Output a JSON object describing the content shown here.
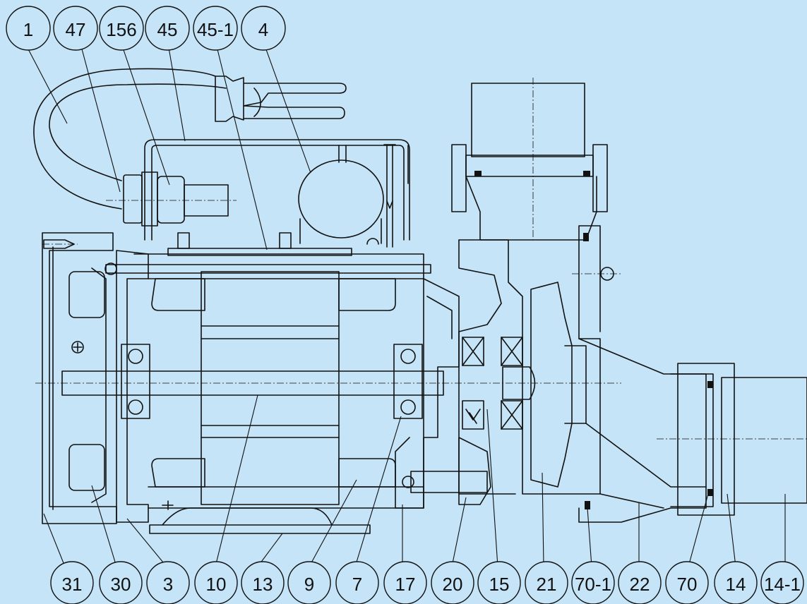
{
  "diagram": {
    "callouts_top": [
      "1",
      "47",
      "156",
      "45",
      "45-1",
      "4"
    ],
    "callouts_bottom": [
      "31",
      "30",
      "3",
      "10",
      "13",
      "9",
      "7",
      "17",
      "20",
      "15",
      "21",
      "70-1",
      "22",
      "70",
      "14",
      "14-1"
    ],
    "colors": {
      "background": "#c5e4f7",
      "line": "#111111"
    }
  }
}
